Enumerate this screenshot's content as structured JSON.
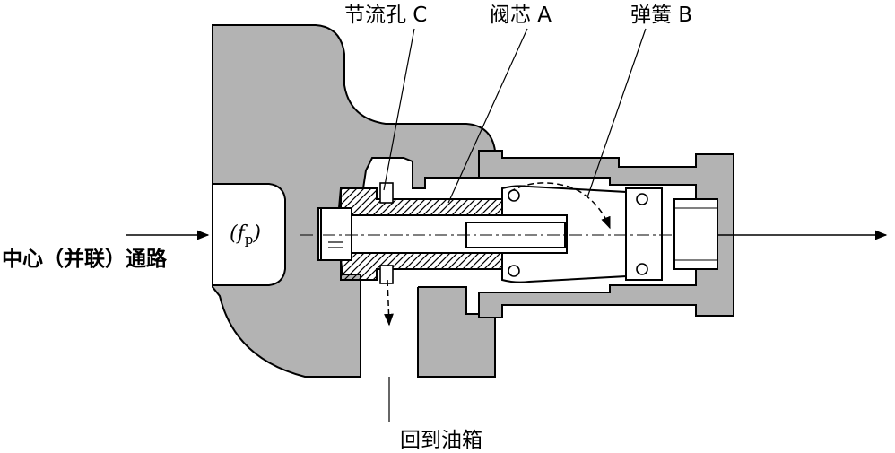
{
  "labels": {
    "throttle_hole": "节流孔 C",
    "spool": "阀芯 A",
    "spring": "弹簧 B",
    "center_passage": "中心（并联）通路",
    "return_to_tank": "回到油箱",
    "flow_open": "(",
    "flow_symbol": "f",
    "flow_subscript": "p",
    "flow_close": ")"
  },
  "colors": {
    "body_fill": "#b3b3b3",
    "line": "#000000",
    "background": "#ffffff"
  }
}
